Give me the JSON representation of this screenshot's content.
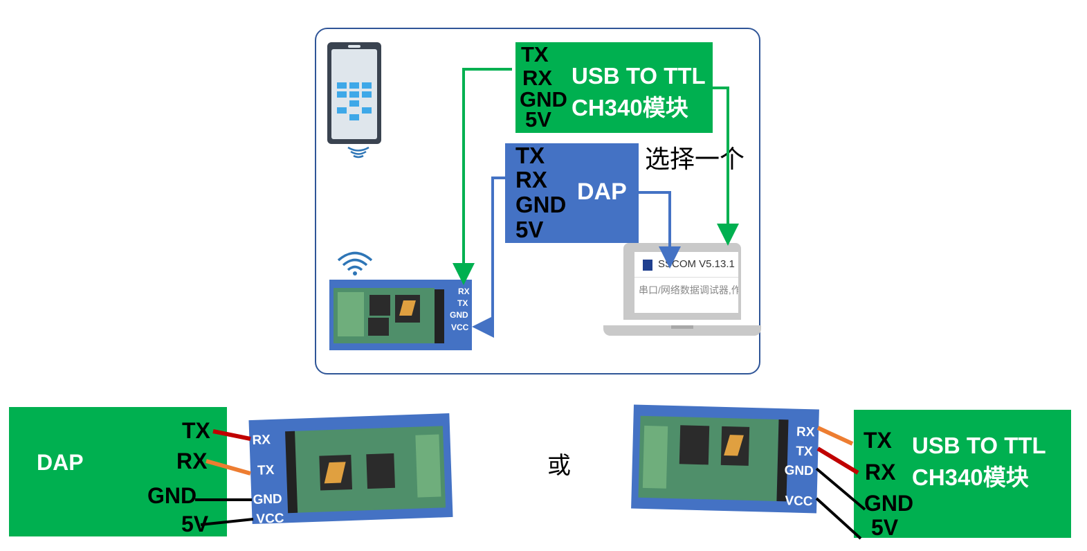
{
  "top_diagram": {
    "usb_ttl": {
      "pins": [
        "TX",
        "RX",
        "GND",
        "5V"
      ],
      "title_line1": "USB TO TTL",
      "title_line2": "CH340模块"
    },
    "dap": {
      "pins": [
        "TX",
        "RX",
        "GND",
        "5V"
      ],
      "title": "DAP"
    },
    "choose_one": "选择一个",
    "bt_module_pins": [
      "RX",
      "TX",
      "GND",
      "VCC"
    ],
    "laptop": {
      "app_title": "SSCOM V5.13.1",
      "app_subtitle": "串口/网络数据调试器,作"
    }
  },
  "bottom_left": {
    "title": "DAP",
    "pins": [
      "TX",
      "RX",
      "GND",
      "5V"
    ],
    "module_pins": [
      "RX",
      "TX",
      "GND",
      "VCC"
    ]
  },
  "or_label": "或",
  "bottom_right": {
    "module_pins": [
      "RX",
      "TX",
      "GND",
      "VCC"
    ],
    "pins": [
      "TX",
      "RX",
      "GND",
      "5V"
    ],
    "title_line1": "USB TO TTL",
    "title_line2": "CH340模块"
  },
  "colors": {
    "green": "#00b050",
    "blue": "#4472c4",
    "frame": "#2f5597",
    "wire_red": "#c00000",
    "wire_orange": "#ed7d31",
    "wire_black": "#000000"
  }
}
